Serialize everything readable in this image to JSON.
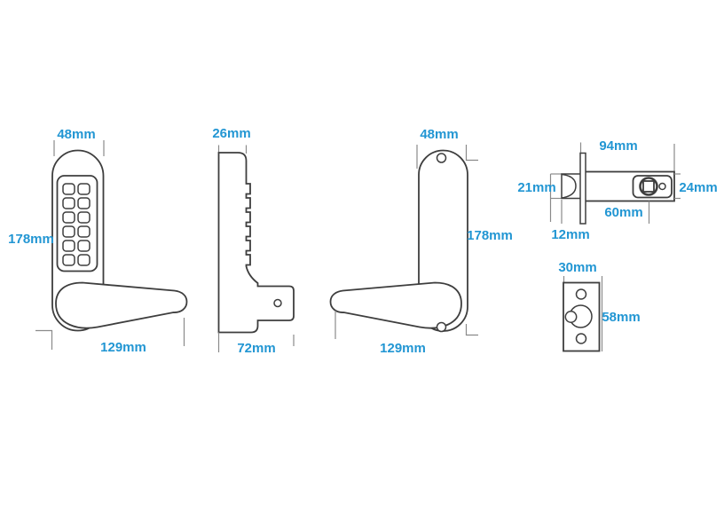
{
  "colors": {
    "background": "#ffffff",
    "part_outline": "#3e3e3e",
    "dimension_line": "#8a8a8a",
    "dimension_text": "#2296d3"
  },
  "views": [
    {
      "name": "front-view-keypad",
      "width_label": "48mm",
      "height_label": "178mm",
      "lever_label": "129mm"
    },
    {
      "name": "side-view",
      "depth_label": "26mm",
      "total_depth_label": "72mm"
    },
    {
      "name": "back-view-lever",
      "width_label": "48mm",
      "height_label": "178mm",
      "lever_label": "129mm"
    },
    {
      "name": "latch-bolt",
      "length_label": "94mm",
      "bolt_height_label": "21mm",
      "body_height_label": "24mm",
      "backset_label": "60mm",
      "projection_label": "12mm"
    },
    {
      "name": "strike-plate",
      "width_label": "30mm",
      "height_label": "58mm"
    }
  ]
}
